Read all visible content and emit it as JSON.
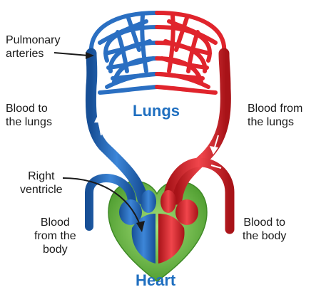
{
  "labels": {
    "pulmonary_arteries": "Pulmonary\narteries",
    "blood_to_lungs": "Blood to\nthe lungs",
    "lungs": "Lungs",
    "blood_from_lungs": "Blood from\nthe lungs",
    "right_ventricle": "Right\nventricle",
    "blood_from_body": "Blood\nfrom the\nbody",
    "blood_to_body": "Blood to\nthe body",
    "heart": "Heart"
  },
  "colors": {
    "deoxygenated": "#2a6fc2",
    "deoxygenated_dark": "#174f96",
    "oxygenated": "#e0242c",
    "oxygenated_dark": "#a81318",
    "heart_tissue": "#78c84a",
    "heart_tissue_dark": "#4a9a2c",
    "accent_text": "#1f6fc0"
  }
}
